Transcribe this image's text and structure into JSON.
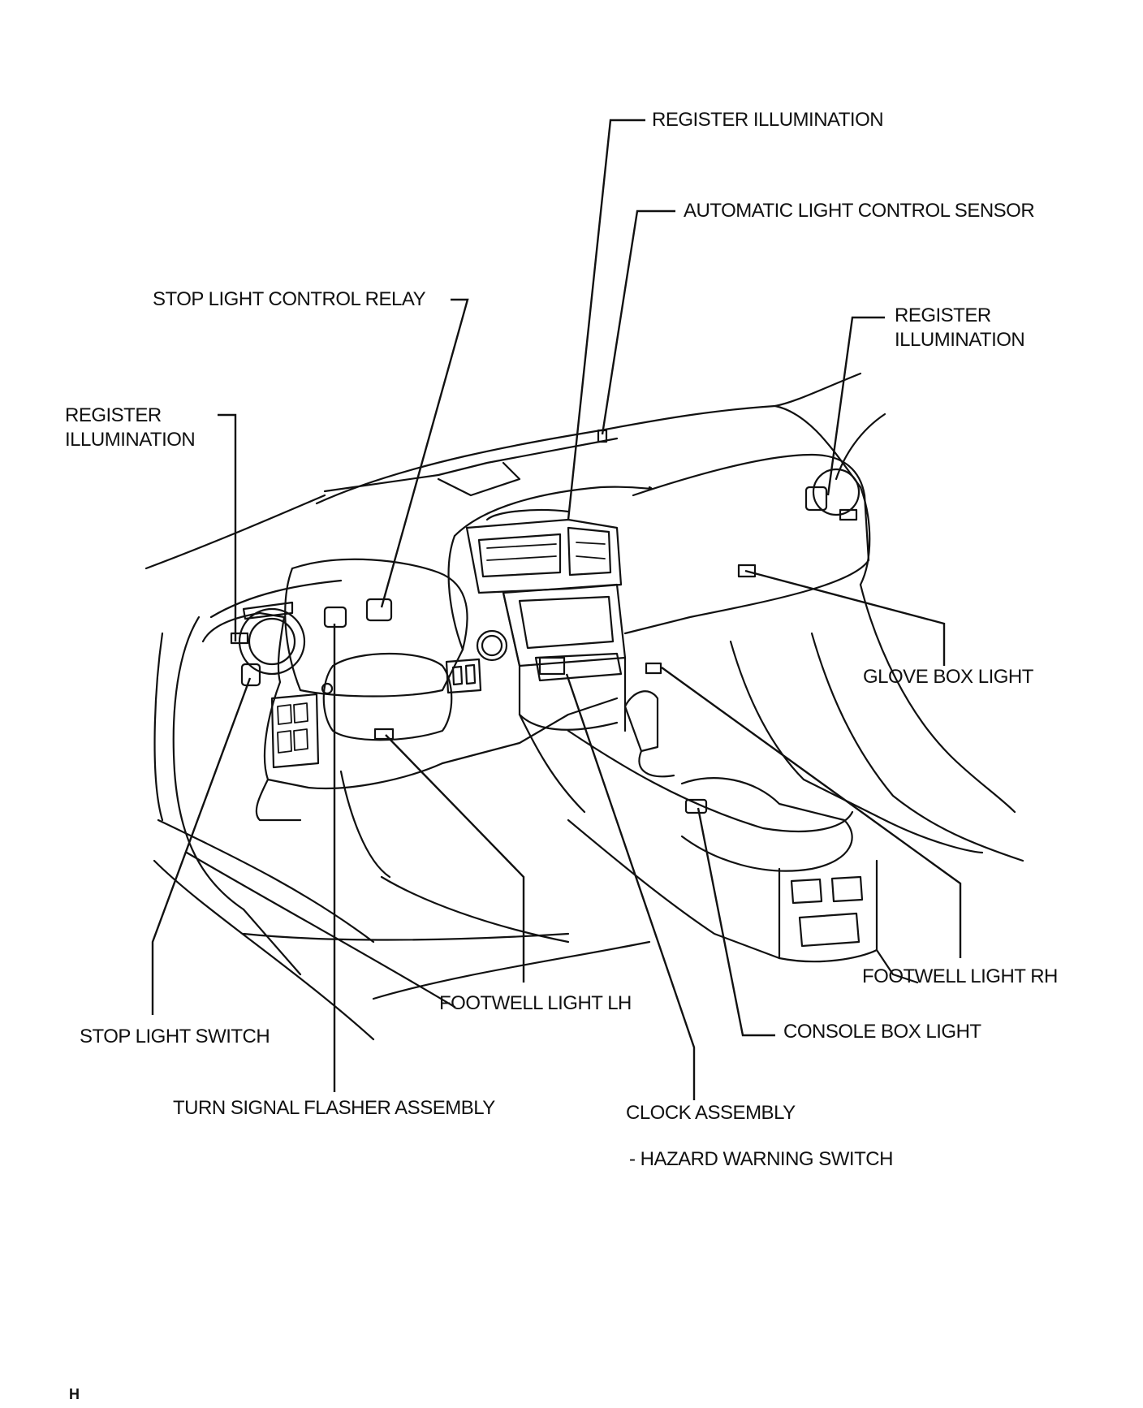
{
  "labels": {
    "register_top": "REGISTER ILLUMINATION",
    "auto_sensor": "AUTOMATIC LIGHT CONTROL SENSOR",
    "stop_relay": "STOP LIGHT CONTROL RELAY",
    "register_right_1": "REGISTER",
    "register_right_2": "ILLUMINATION",
    "register_left_1": "REGISTER",
    "register_left_2": "ILLUMINATION",
    "glove_box": "GLOVE BOX LIGHT",
    "footwell_rh": "FOOTWELL LIGHT RH",
    "footwell_lh": "FOOTWELL LIGHT  LH",
    "console_box": "CONSOLE BOX LIGHT",
    "stop_switch": "STOP LIGHT SWITCH",
    "turn_signal": "TURN SIGNAL FLASHER ASSEMBLY",
    "clock": "CLOCK ASSEMBLY",
    "hazard": "- HAZARD WARNING SWITCH",
    "corner_mark": "H"
  }
}
